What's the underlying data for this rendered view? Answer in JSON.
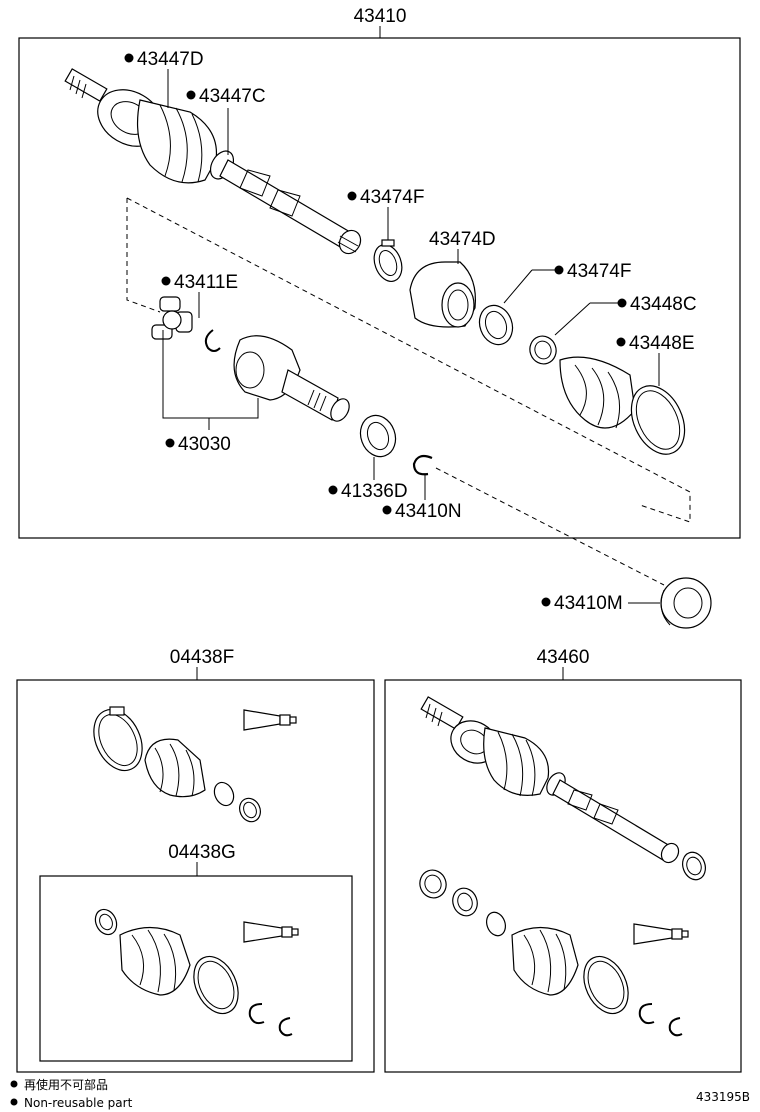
{
  "labels": {
    "shaft_assembly": "43410",
    "outer_boot_large_clamp": "43447D",
    "outer_boot_small_clamp": "43447C",
    "clamp_f_1": "43474F",
    "damper": "43474D",
    "clamp_f_2": "43474F",
    "inner_boot_clamp_c": "43448C",
    "inner_boot_clamp_e": "43448E",
    "tripod": "43411E",
    "inner_joint": "43030",
    "seal": "41336D",
    "snap_ring": "43410N",
    "bearing": "43410M",
    "boot_kit_f": "04438F",
    "boot_kit_g": "04438G",
    "outer_joint_assembly": "43460"
  },
  "legend": {
    "japanese": "再使用不可部品",
    "english": "Non-reusable part"
  },
  "diagram_code": "433195B"
}
